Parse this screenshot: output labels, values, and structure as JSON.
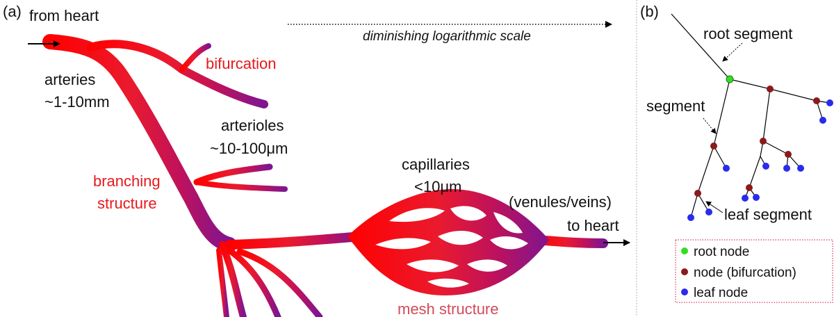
{
  "panel_a": {
    "tag": "(a)",
    "from_heart": "from heart",
    "scale_note": "diminishing logarithmic scale",
    "arteries": "arteries",
    "arteries_size": "~1-10mm",
    "bifurcation": "bifurcation",
    "arterioles": "arterioles",
    "arterioles_size": "~10-100μm",
    "branching_1": "branching",
    "branching_2": "structure",
    "capillaries": "capillaries",
    "capillaries_size": "<10μm",
    "venules": "(venules/veins)",
    "to_heart": "to heart",
    "mesh": "mesh structure"
  },
  "panel_b": {
    "tag": "(b)",
    "root_segment": "root segment",
    "segment": "segment",
    "leaf_segment": "leaf segment",
    "legend": [
      {
        "label": "root node",
        "color": "#33dd22"
      },
      {
        "label": "node (bifurcation)",
        "color": "#8b1a1a"
      },
      {
        "label": "leaf node",
        "color": "#2a2aee"
      }
    ]
  },
  "colors": {
    "vessel_start": "#ff0000",
    "vessel_end": "#8a138f",
    "text_red": "#e8191c",
    "text_pink": "#d44a5a",
    "legend_border": "#c8102e"
  }
}
